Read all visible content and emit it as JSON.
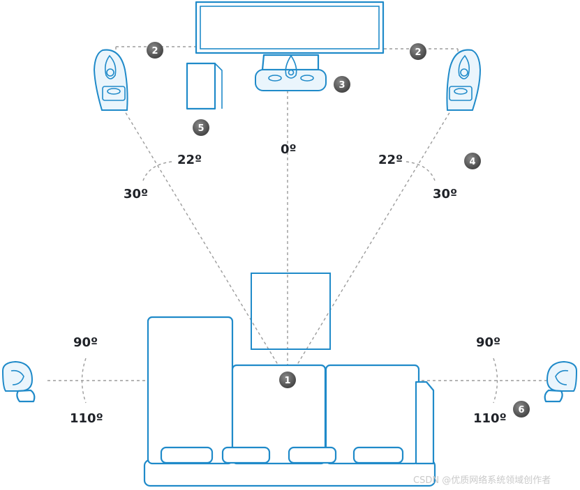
{
  "angles": {
    "center": "0º",
    "front_left_inner": "22º",
    "front_left_outer": "30º",
    "front_right_inner": "22º",
    "front_right_outer": "30º",
    "side_left_top": "90º",
    "side_left_bottom": "110º",
    "side_right_top": "90º",
    "side_right_bottom": "110º"
  },
  "badges": {
    "listener": "1",
    "front_left": "2",
    "front_right": "2",
    "center": "3",
    "alt_right": "4",
    "subwoofer": "5",
    "surround": "6"
  },
  "watermark": "CSDN @优质网络系统领域创作者",
  "colors": {
    "line": "#1f8ac9",
    "guide": "#9b9b9b",
    "badge": "#5b5b5b",
    "text": "#1f2228"
  }
}
